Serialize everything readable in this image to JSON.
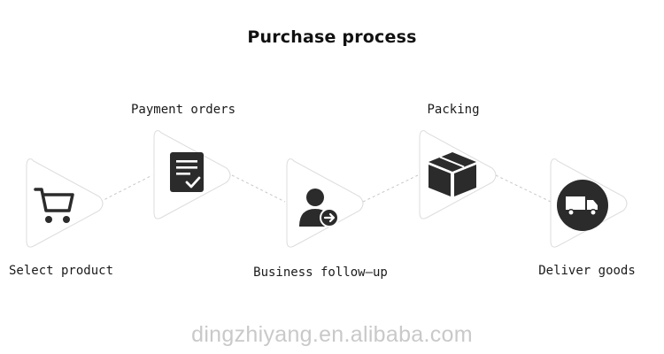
{
  "title": "Purchase process",
  "steps": [
    {
      "label": "Select product",
      "icon": "shopping-cart-icon"
    },
    {
      "label": "Payment orders",
      "icon": "order-checklist-icon"
    },
    {
      "label": "Business follow—up",
      "icon": "user-forward-icon"
    },
    {
      "label": "Packing",
      "icon": "package-box-icon"
    },
    {
      "label": "Deliver goods",
      "icon": "delivery-truck-icon"
    }
  ],
  "watermark": "dingzhiyang.en.alibaba.com",
  "colors": {
    "icon": "#2b2b2b",
    "outline": "#dcdcdc",
    "connector": "#c8c8c8",
    "watermark": "#c9c9c9"
  }
}
